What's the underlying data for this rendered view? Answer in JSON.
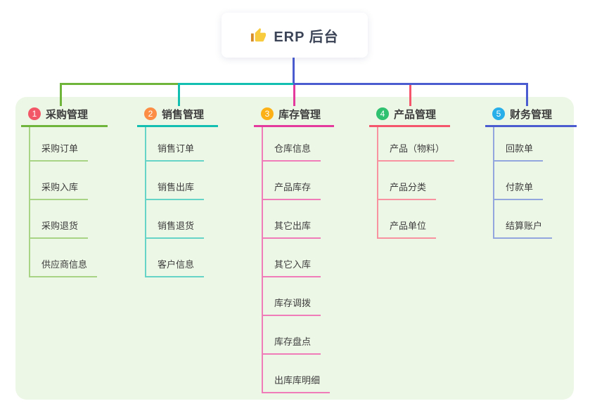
{
  "root": {
    "label": "ERP 后台",
    "icon": "thumbs-up-icon"
  },
  "colors": {
    "canvas_bg": "#edf7e6",
    "root_connector": "#4a5cd0",
    "bus_segments": [
      "#6fb53c",
      "#12bfb0",
      "#4a5cd0"
    ]
  },
  "branches": [
    {
      "badge": "1",
      "title": "采购管理",
      "strong_color": "#6fb53c",
      "light_color": "#a8d585",
      "badge_color": "#f25767",
      "children": [
        "采购订单",
        "采购入库",
        "采购退货",
        "供应商信息"
      ]
    },
    {
      "badge": "2",
      "title": "销售管理",
      "strong_color": "#12bfb0",
      "light_color": "#66d4c6",
      "badge_color": "#fb8d45",
      "children": [
        "销售订单",
        "销售出库",
        "销售退货",
        "客户信息"
      ]
    },
    {
      "badge": "3",
      "title": "库存管理",
      "strong_color": "#e43a9d",
      "light_color": "#f07cba",
      "badge_color": "#fcb116",
      "children": [
        "仓库信息",
        "产品库存",
        "其它出库",
        "其它入库",
        "库存调拨",
        "库存盘点",
        "出库库明细"
      ]
    },
    {
      "badge": "4",
      "title": "产品管理",
      "strong_color": "#f5566b",
      "light_color": "#f891a0",
      "badge_color": "#2fc16f",
      "children": [
        "产品（物料）",
        "产品分类",
        "产品单位"
      ]
    },
    {
      "badge": "5",
      "title": "财务管理",
      "strong_color": "#4a5cd0",
      "light_color": "#93a6de",
      "badge_color": "#28aee8",
      "children": [
        "回款单",
        "付款单",
        "结算账户"
      ]
    }
  ]
}
